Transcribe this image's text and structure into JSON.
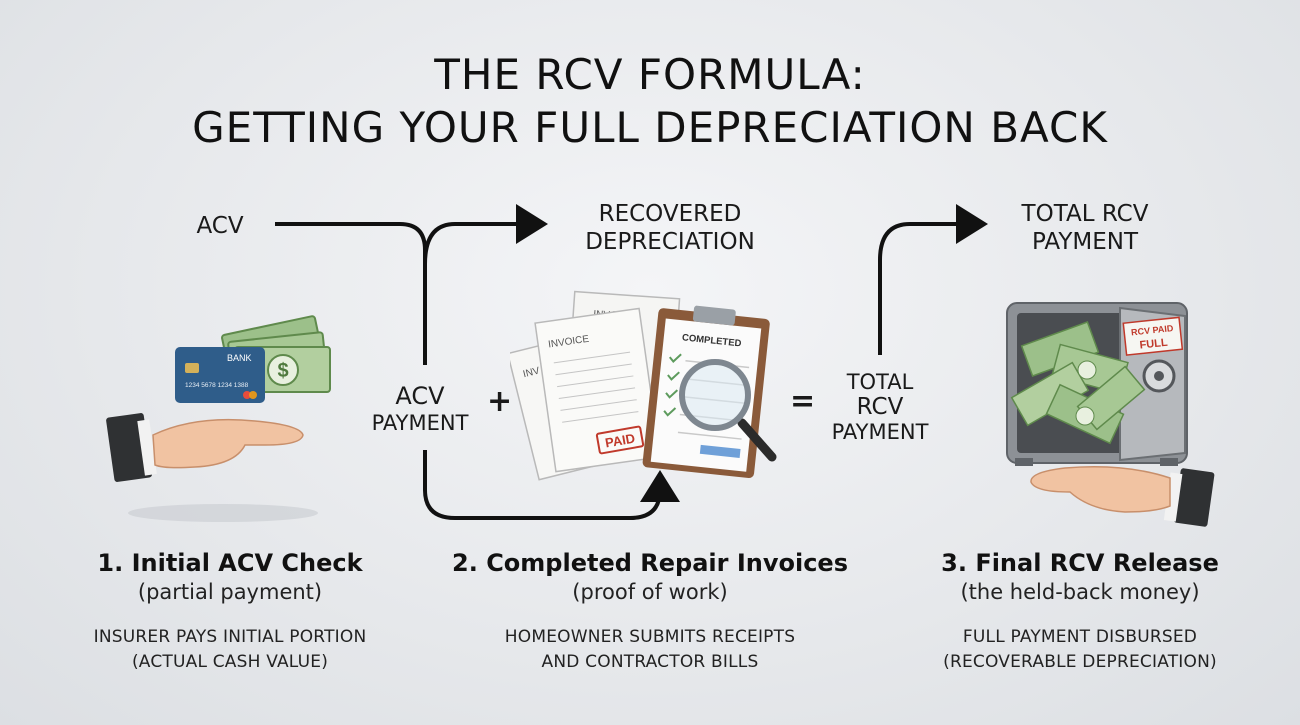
{
  "title": {
    "line1": "THE RCV FORMULA:",
    "line2": "GETTING YOUR FULL DEPRECIATION BACK"
  },
  "flow": {
    "acv_top": "ACV",
    "recovered_line1": "RECOVERED",
    "recovered_line2": "DEPRECIATION",
    "total_top_line1": "TOTAL RCV",
    "total_top_line2": "PAYMENT",
    "acv_payment_line1": "ACV",
    "acv_payment_line2": "PAYMENT",
    "plus": "+",
    "equals": "=",
    "total_mid_line1": "TOTAL",
    "total_mid_line2": "RCV",
    "total_mid_line3": "PAYMENT"
  },
  "illustrations": {
    "card_bank": "BANK",
    "card_number": "1234 5678 1234 1388",
    "invoice1": "INVOICE",
    "invoice2": "INVOICE",
    "invoice3": "INV",
    "clipboard": "COMPLETED",
    "paid_stamp": "PAID",
    "safe_note_line1": "RCV PAID",
    "safe_note_line2": "FULL"
  },
  "steps": [
    {
      "title": "1. Initial ACV Check",
      "subtitle": "(partial payment)",
      "desc_line1": "INSURER PAYS INITIAL PORTION",
      "desc_line2": "(ACTUAL CASH VALUE)"
    },
    {
      "title": "2. Completed Repair Invoices",
      "subtitle": "(proof of work)",
      "desc_line1": "HOMEOWNER SUBMITS RECEIPTS",
      "desc_line2": "AND CONTRACTOR BILLS"
    },
    {
      "title": "3. Final RCV Release",
      "subtitle": "(the held-back money)",
      "desc_line1": "FULL PAYMENT DISBURSED",
      "desc_line2": "(RECOVERABLE DEPRECIATION)"
    }
  ],
  "colors": {
    "money_green": "#7fa86b",
    "card_blue": "#2f5d8a",
    "clipboard_brown": "#8a5a3a",
    "stamp_red": "#c0392b",
    "safe_gray": "#8d9196"
  }
}
